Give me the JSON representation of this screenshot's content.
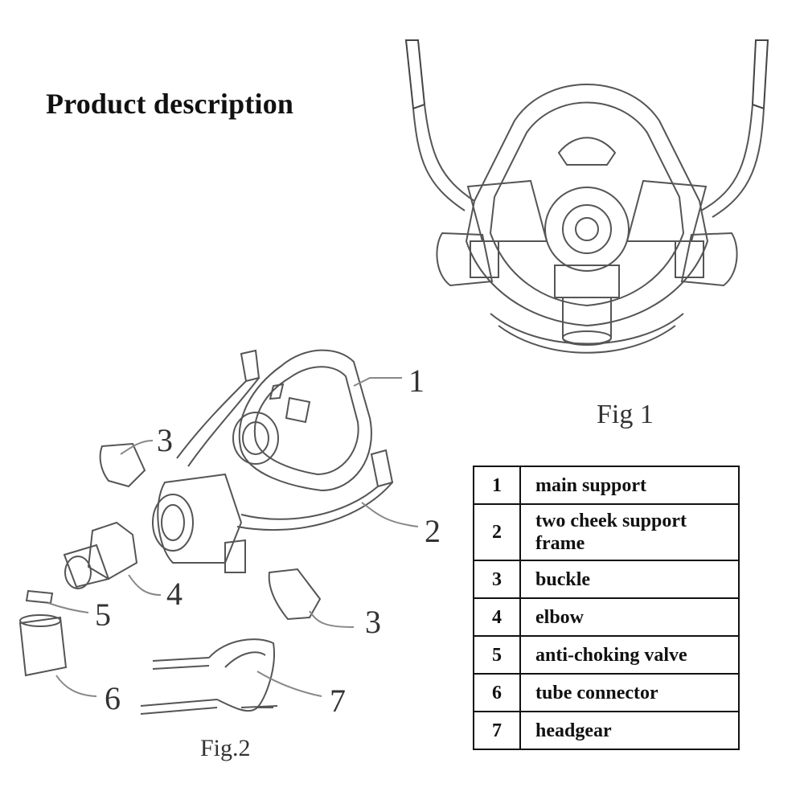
{
  "title": "Product description",
  "fig1_label": "Fig 1",
  "fig2_label": "Fig.2",
  "callouts": [
    "1",
    "2",
    "3",
    "3",
    "4",
    "5",
    "6",
    "7"
  ],
  "parts": [
    {
      "number": "1",
      "name": "main support"
    },
    {
      "number": "2",
      "name": "two cheek support frame"
    },
    {
      "number": "3",
      "name": "buckle"
    },
    {
      "number": "4",
      "name": "elbow"
    },
    {
      "number": "5",
      "name": "anti-choking valve"
    },
    {
      "number": "6",
      "name": "tube connector"
    },
    {
      "number": "7",
      "name": "headgear"
    }
  ]
}
